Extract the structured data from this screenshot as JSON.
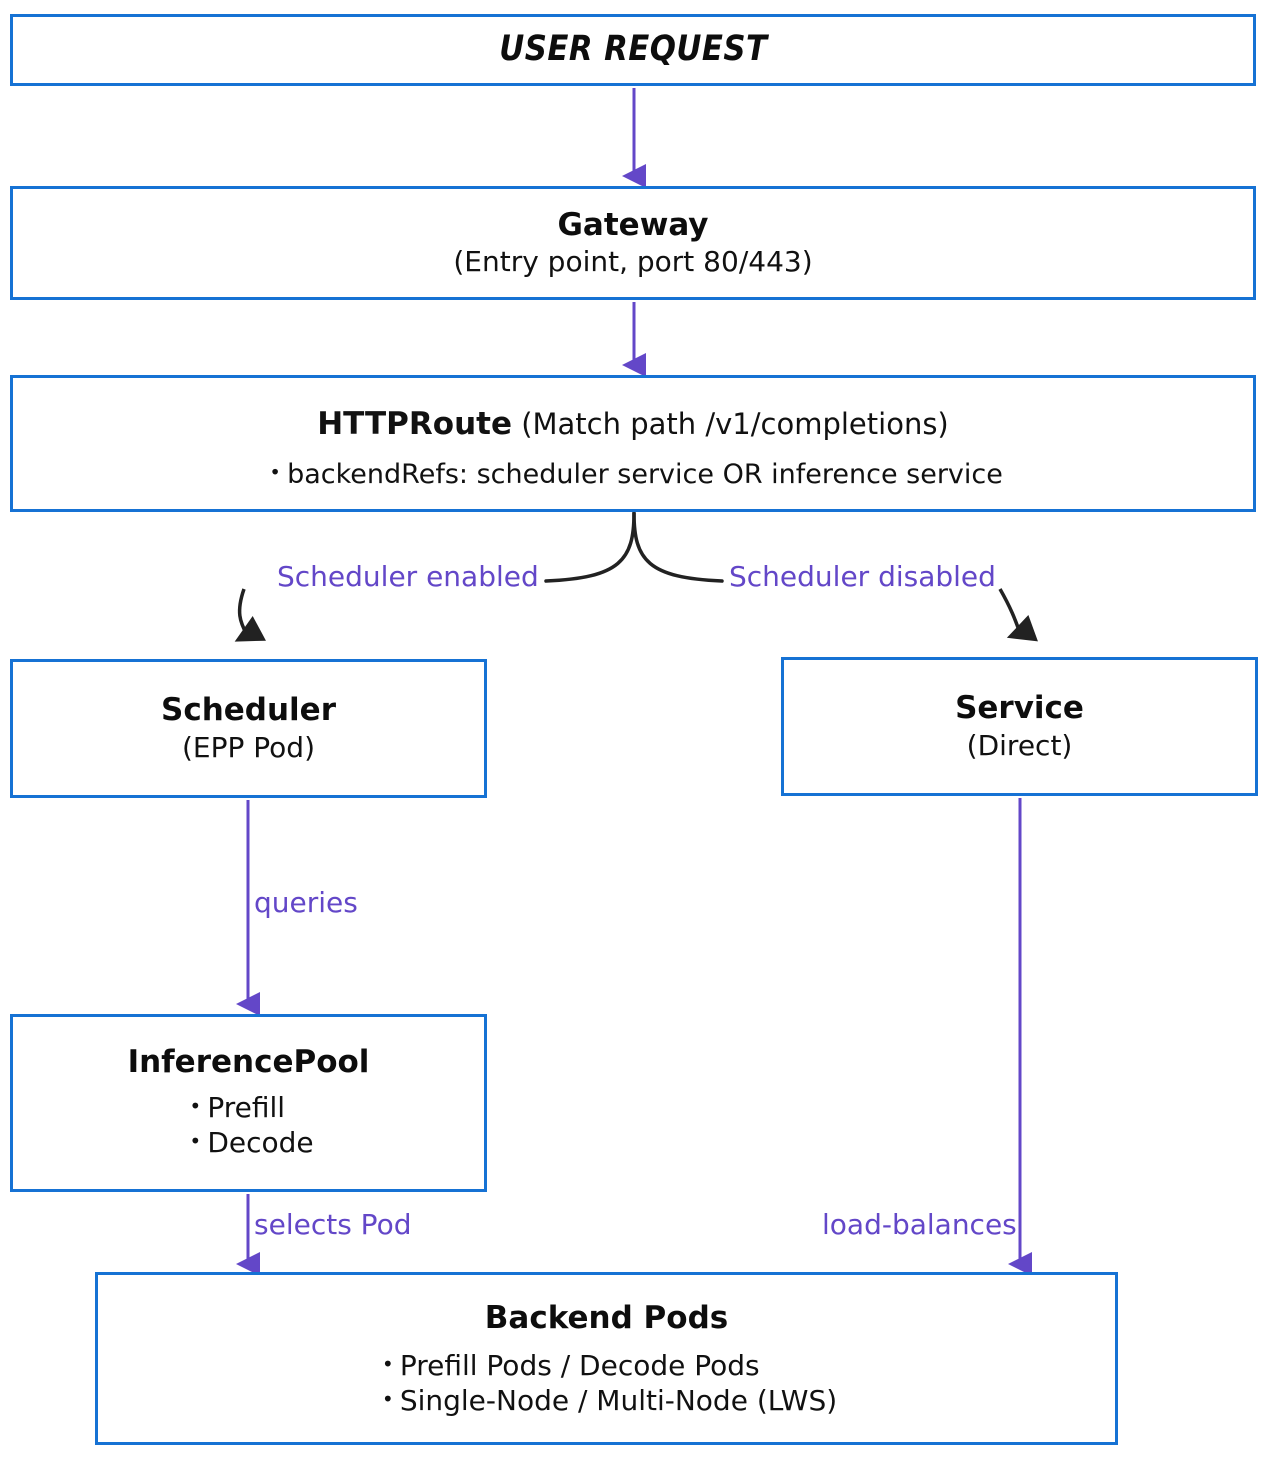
{
  "diagram": {
    "title": "Gateway / Inference request routing flow",
    "colors": {
      "box_border": "#1672d4",
      "arrow_purple": "#6347c8",
      "branch_black": "#222222",
      "text": "#111111",
      "background": "#ffffff"
    },
    "nodes": [
      {
        "id": "user-request",
        "title": "USER REQUEST",
        "subtitle": "",
        "bullets": []
      },
      {
        "id": "gateway",
        "title": "Gateway",
        "subtitle": "(Entry point, port 80/443)",
        "bullets": []
      },
      {
        "id": "httproute",
        "title": "HTTPRoute",
        "subtitle": "(Match path /v1/completions)",
        "bullets": [
          "backendRefs: scheduler service OR inference service"
        ]
      },
      {
        "id": "scheduler",
        "title": "Scheduler",
        "subtitle": "(EPP Pod)",
        "bullets": []
      },
      {
        "id": "service",
        "title": "Service",
        "subtitle": "(Direct)",
        "bullets": []
      },
      {
        "id": "inferencepool",
        "title": "InferencePool",
        "subtitle": "",
        "bullets": [
          "Prefill",
          "Decode"
        ]
      },
      {
        "id": "backendpods",
        "title": "Backend Pods",
        "subtitle": "",
        "bullets": [
          "Prefill Pods / Decode Pods",
          "Single-Node / Multi-Node (LWS)"
        ]
      }
    ],
    "edge_labels": {
      "scheduler_enabled": "Scheduler enabled",
      "scheduler_disabled": "Scheduler disabled",
      "queries": "queries",
      "selects_pod": "selects Pod",
      "load_balances": "load-balances"
    }
  }
}
